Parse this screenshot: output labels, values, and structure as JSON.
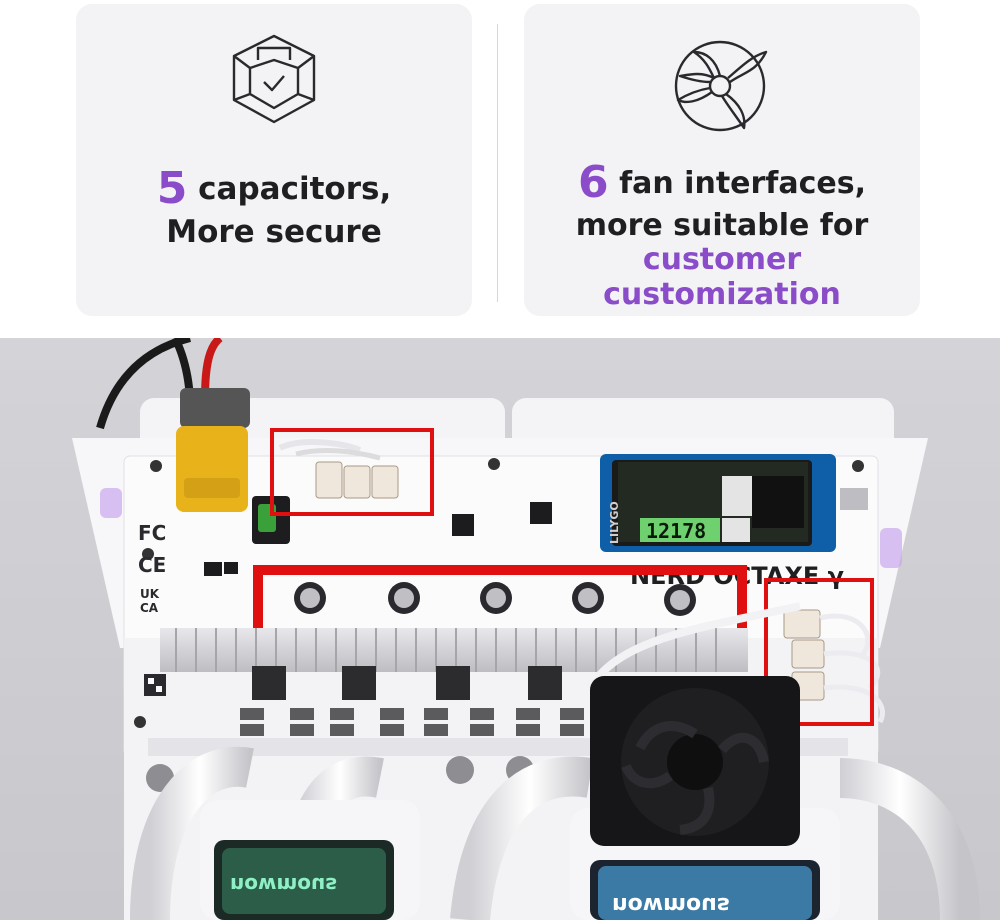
{
  "features": [
    {
      "icon": "shield-capacitor-icon",
      "number": "5",
      "text_line1": " capacitors,",
      "text_line2": "More secure"
    },
    {
      "icon": "fan-icon",
      "number": "6",
      "text_line1": " fan interfaces,",
      "text_line2": "more suitable for",
      "highlight_line1": "customer",
      "highlight_line2": "customization"
    }
  ],
  "photo": {
    "brand_text": "NERD OCTAXE γ",
    "display_brand": "LILYGO",
    "display_value": "12178",
    "pump_label": "nowmous",
    "cert_marks": [
      "FC",
      "CE",
      "UK CA"
    ],
    "highlight_color": "#e01010",
    "accent_color": "#8a4cc8"
  }
}
